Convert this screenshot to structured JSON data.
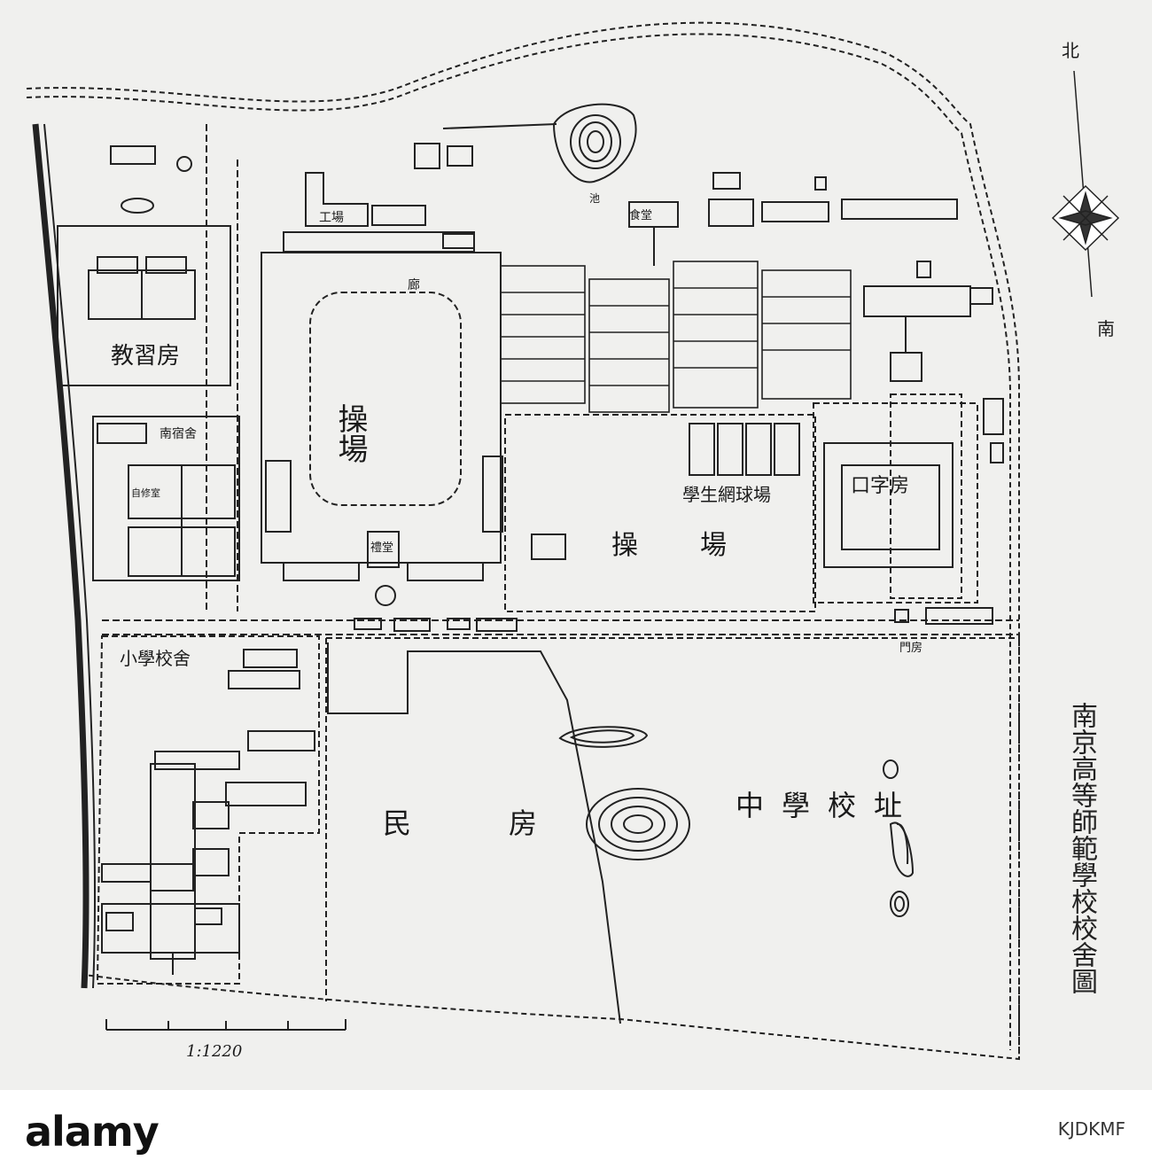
{
  "map": {
    "title": "南京高等師範學校校舍圖",
    "compass": {
      "north": "北",
      "south": "南"
    },
    "scale": "1:1220",
    "labels": {
      "training_room": "教習房",
      "field_1": "操場",
      "field_2": "操場",
      "primary_school": "小學校舍",
      "tennis_court": "學生網球場",
      "middle_school_site": "中學校址",
      "civil_houses": "民房",
      "kou_building": "口字房",
      "corridor": "廊",
      "gate_house": "門房",
      "workshop": "工場",
      "pond": "池",
      "auditorium": "禮堂",
      "canteen": "食堂",
      "south_quarters": "南宿舍",
      "study_room": "自修室"
    }
  },
  "stock": {
    "logo": "alamy",
    "image_id": "KJDKMF"
  }
}
